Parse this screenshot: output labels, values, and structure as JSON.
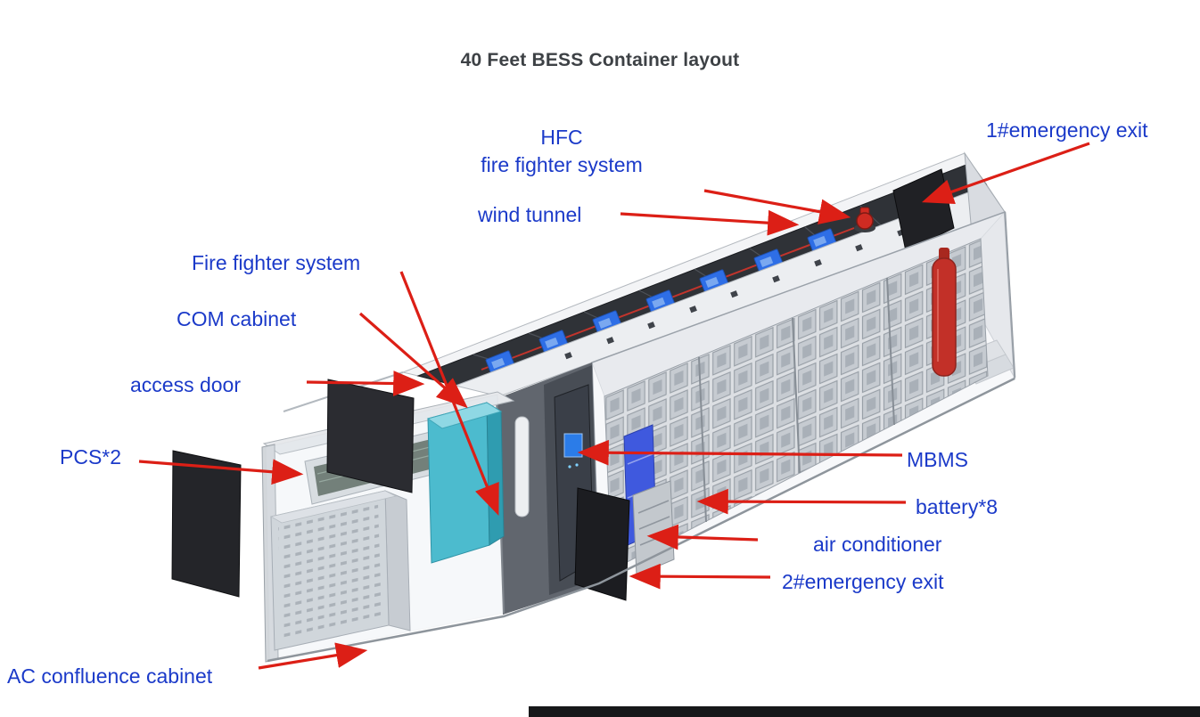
{
  "page": {
    "background": "#ffffff",
    "bottom_bar_color": "#17181a"
  },
  "title": "40 Feet BESS Container layout",
  "colors": {
    "label": "#1b3ac9",
    "arrow": "#dc1f16",
    "title_text": "#3d4145",
    "tank_red": "#c23028",
    "com_cabinet_teal": "#4cbbce",
    "battery_module_blue": "#2e6ee6"
  },
  "callouts": {
    "hfc_line1": "HFC",
    "hfc_line2": "fire fighter system",
    "wind_tunnel": "wind tunnel",
    "emergency_exit_1": "1#emergency exit",
    "fire_fighter_system": "Fire fighter system",
    "com_cabinet": "COM cabinet",
    "access_door": "access door",
    "pcs": "PCS*2",
    "mbms": "MBMS",
    "battery": "battery*8",
    "air_conditioner": "air conditioner",
    "emergency_exit_2": "2#emergency exit",
    "ac_confluence_cabinet": "AC confluence cabinet"
  }
}
